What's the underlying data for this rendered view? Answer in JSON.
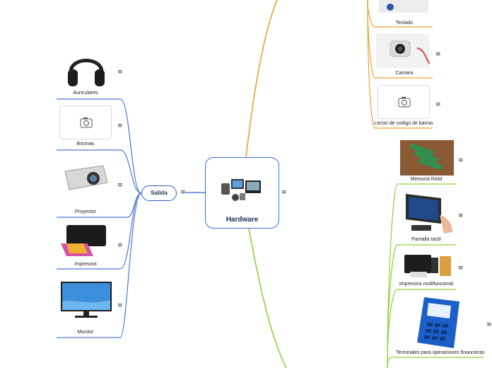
{
  "central": {
    "title": "Hardware"
  },
  "branches": {
    "output": {
      "label": "Salida",
      "items": [
        {
          "label": "Auriculares",
          "icon": "headphones-icon"
        },
        {
          "label": "Bocinas",
          "icon": "camera-placeholder-icon"
        },
        {
          "label": "Proyector",
          "icon": "projector-icon"
        },
        {
          "label": "Impresora",
          "icon": "printer-icon"
        },
        {
          "label": "Monitor",
          "icon": "monitor-icon"
        }
      ]
    },
    "input": {
      "items": [
        {
          "label": "Teclado",
          "icon": "keyboard-icon"
        },
        {
          "label": "Camara",
          "icon": "webcam-icon"
        },
        {
          "label": "Lector de codigo de barras",
          "icon": "camera-placeholder-icon"
        }
      ]
    },
    "io": {
      "items": [
        {
          "label": "Memoria RAM",
          "icon": "ram-icon"
        },
        {
          "label": "Pantalla tactil",
          "icon": "touchscreen-icon"
        },
        {
          "label": "Impresora multifuncional",
          "icon": "multifunction-printer-icon"
        },
        {
          "label": "Terminales para operaciones financieras",
          "icon": "payment-terminal-icon"
        }
      ]
    }
  },
  "colors": {
    "output": "#4a78d8",
    "input": "#f0a030",
    "io": "#8ed13a",
    "central_border": "#3a6fd8"
  },
  "menu_glyph": "≡"
}
